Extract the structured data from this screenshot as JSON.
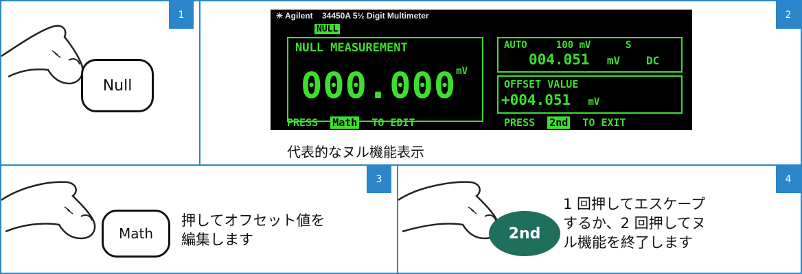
{
  "panels": [
    {
      "number": "1",
      "key_label": "Null"
    },
    {
      "number": "2",
      "caption": "代表的なヌル機能表示"
    },
    {
      "number": "3",
      "key_label": "Math",
      "description_lines": [
        "押してオフセット値を",
        "編集します"
      ]
    },
    {
      "number": "4",
      "key_label": "2nd",
      "description_lines": [
        "1 回押してエスケープ",
        "するか、2 回押してヌ",
        "ル機能を終了します"
      ]
    }
  ],
  "display": {
    "brand": "Agilent",
    "model": "34450A  5½ Digit Multimeter",
    "null_annunciator": "NULL",
    "left_title": "NULL MEASUREMENT",
    "main_reading": "000.000",
    "main_unit": "mV",
    "range_mode": "AUTO",
    "range_value": "100 mV",
    "rate": "S",
    "secondary_reading": "004.051",
    "secondary_unit": "mV",
    "coupling": "DC",
    "offset_title": "OFFSET VALUE",
    "offset_reading": "+004.051",
    "offset_unit": "mV",
    "footer_left_pre": "PRESS",
    "footer_left_key": "Math",
    "footer_left_post": "TO EDIT",
    "footer_right_pre": "PRESS",
    "footer_right_key": "2nd",
    "footer_right_post": "TO EXIT"
  },
  "colors": {
    "accent": "#2a86c8",
    "lcd_green": "#3cdf2e",
    "key_2nd": "#1e6f5c"
  }
}
